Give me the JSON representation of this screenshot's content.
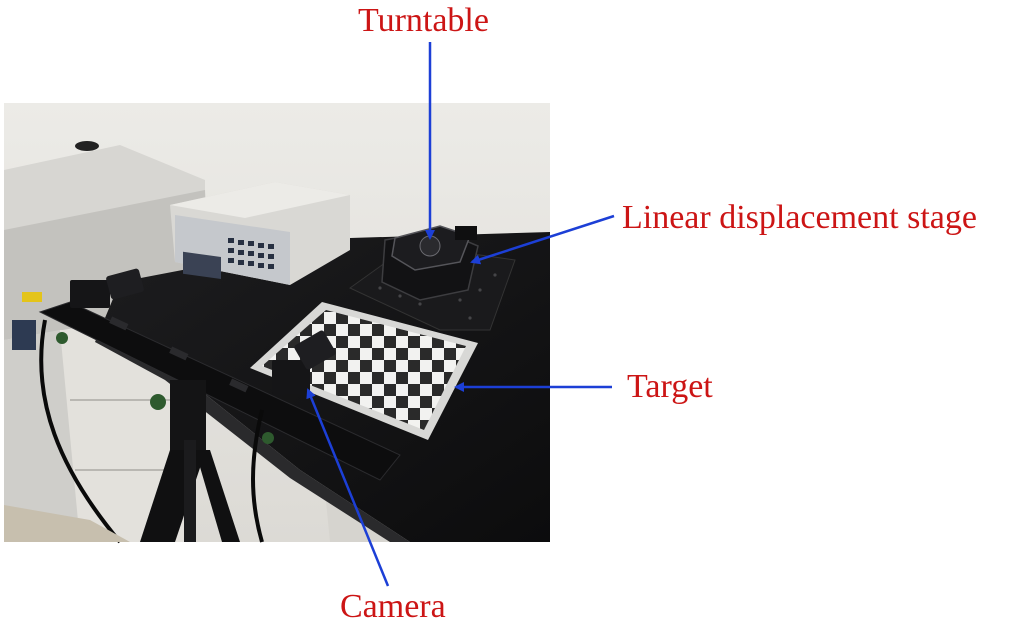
{
  "labels": {
    "turntable": "Turntable",
    "linear_stage": "Linear displacement stage",
    "target": "Target",
    "camera": "Camera"
  },
  "colors": {
    "label_text": "#cc1515",
    "arrow": "#1c3fd6",
    "table_top": "#151516",
    "wall": "#e9e8e4",
    "checker_dark": "#2a2a2a",
    "checker_light": "#f2f2f0"
  },
  "icons": {
    "arrow_head": "arrowhead-icon"
  }
}
